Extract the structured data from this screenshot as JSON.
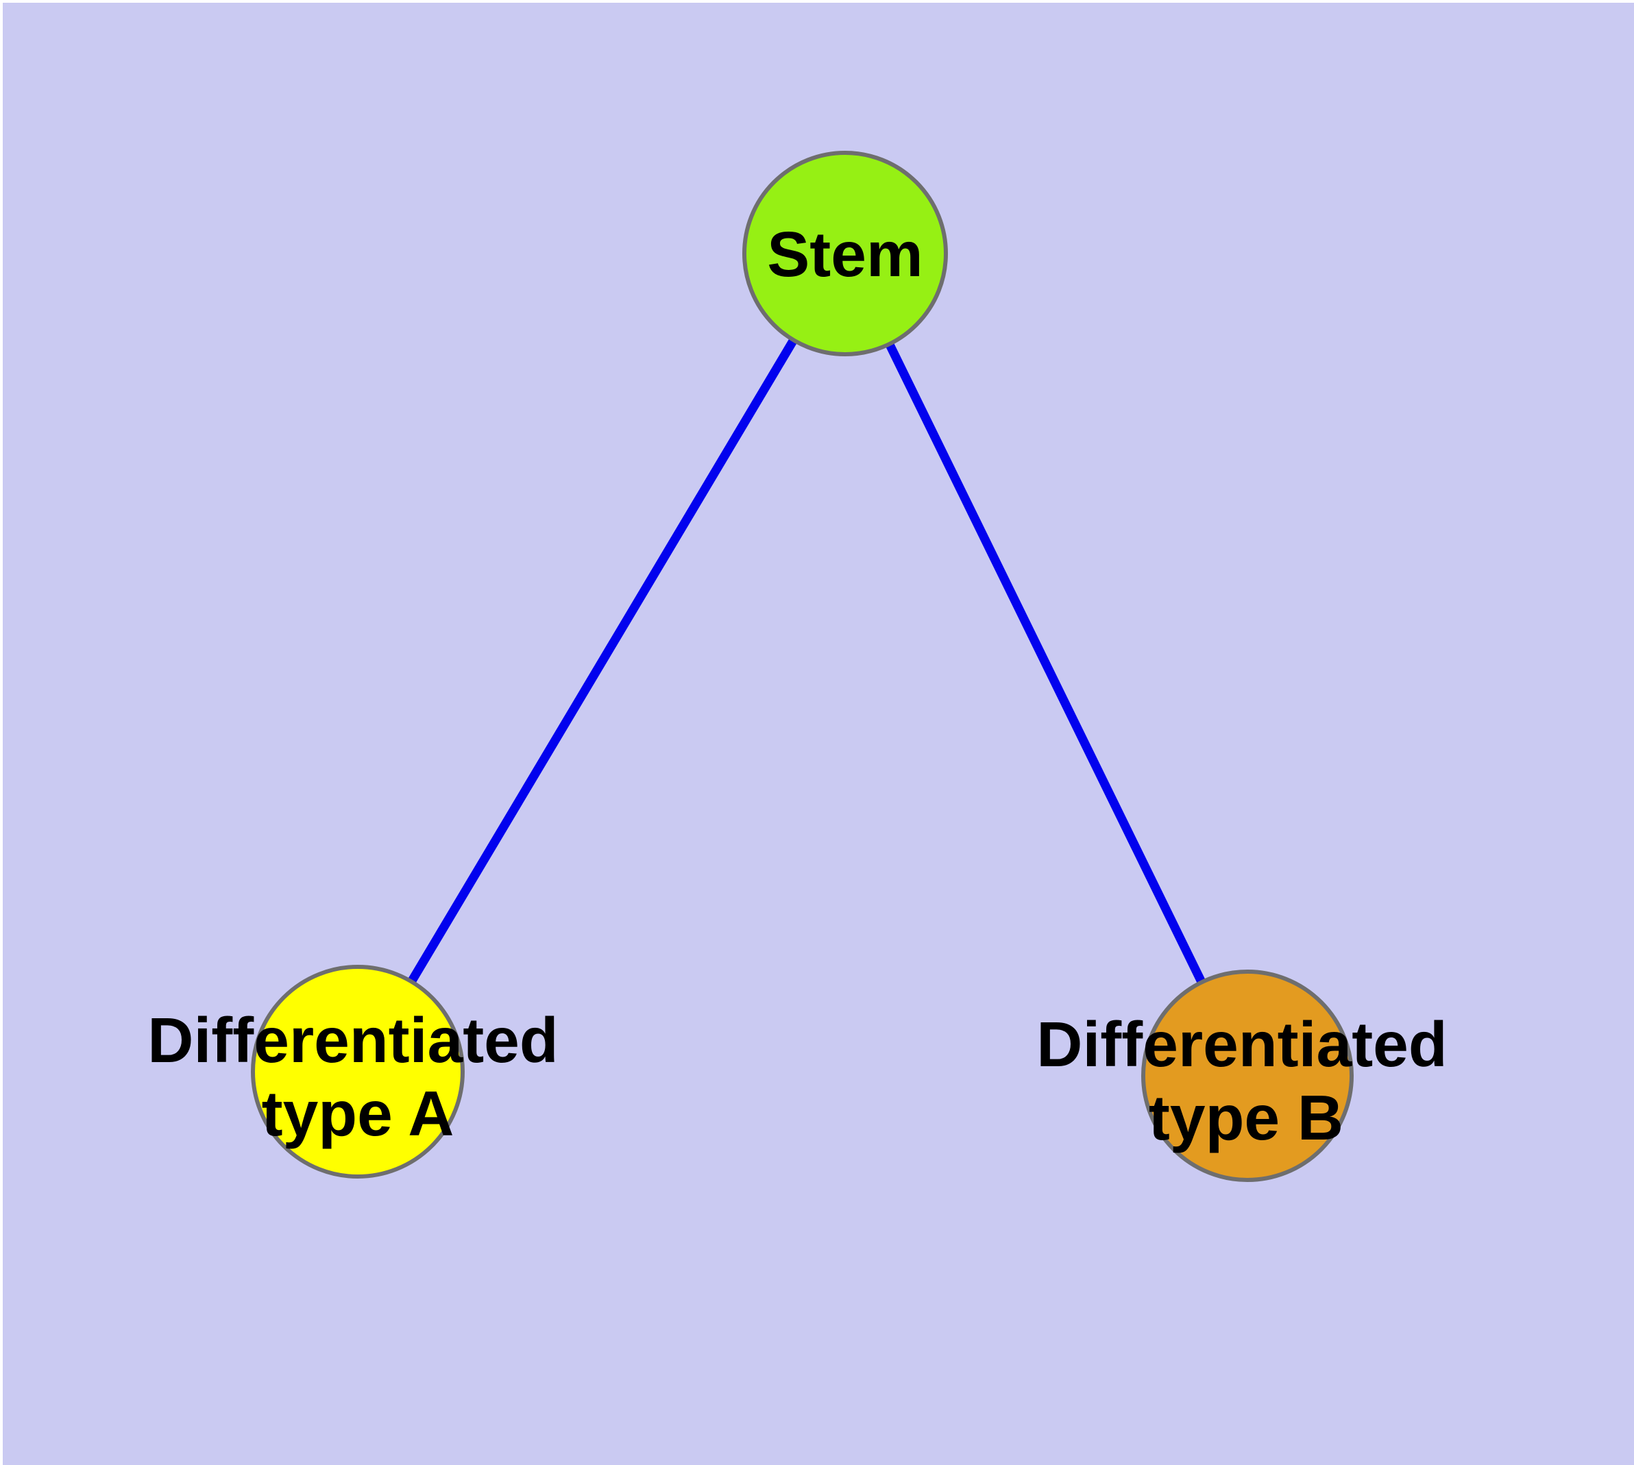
{
  "diagram": {
    "type": "node-link-graph",
    "background_color": "#cacaf2",
    "margin_color": "#ffffff",
    "edge_color": "#0202ee",
    "node_border_color": "#6e6e6e",
    "label_color": "#000000",
    "nodes": [
      {
        "id": "stem",
        "label": "Stem",
        "label_line1": "Stem",
        "label_line2": "",
        "fill": "#96f014"
      },
      {
        "id": "differentiated-type-a",
        "label": "Differentiated type A",
        "label_line1": "Differentiated",
        "label_line2": "type A",
        "fill": "#ffff00"
      },
      {
        "id": "differentiated-type-b",
        "label": "Differentiated type B",
        "label_line1": "Differentiated",
        "label_line2": "type B",
        "fill": "#e39b20"
      }
    ],
    "edges": [
      {
        "from": "stem",
        "to": "differentiated-type-a"
      },
      {
        "from": "stem",
        "to": "differentiated-type-b"
      }
    ]
  }
}
